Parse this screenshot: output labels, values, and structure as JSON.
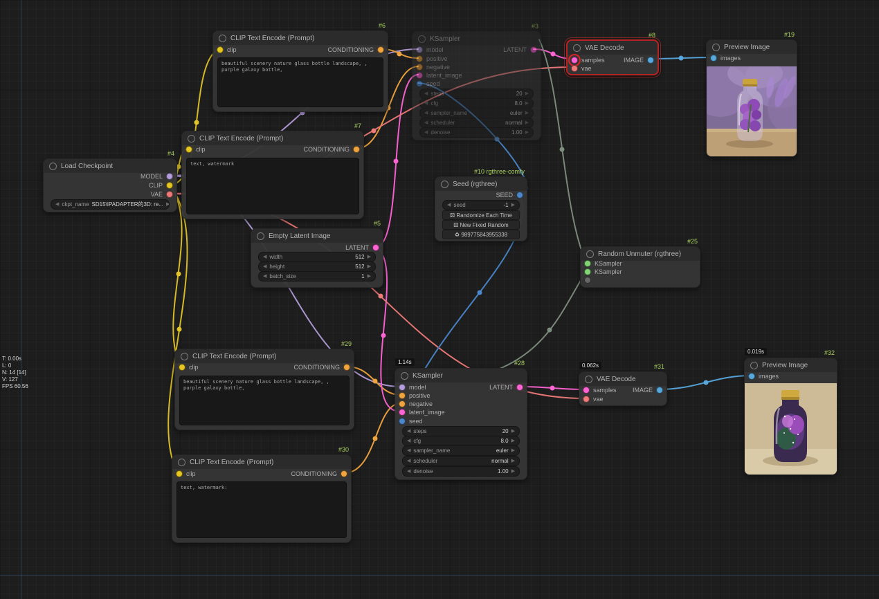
{
  "colors": {
    "wire_clip": "#e0c428",
    "wire_conditioning": "#f0a43e",
    "wire_model": "#b49ddb",
    "wire_latent": "#ff64d5",
    "wire_vae": "#f07a7a",
    "wire_image": "#58a8dd",
    "wire_seed": "#4a86c8",
    "wire_mute": "#7e8e7e",
    "node_bg": "#353535",
    "error_border": "#b92222",
    "badge_text": "#a8d060"
  },
  "ui": {
    "arrow_left": "◀",
    "arrow_right": "▶"
  },
  "stats": {
    "lines": [
      "T: 0.00s",
      "L: 0",
      "N: 14 [14]",
      "V: 127",
      "FPS 60.56"
    ]
  },
  "nodes": {
    "clip_encode_6": {
      "badge": "#6",
      "title": "CLIP Text Encode (Prompt)",
      "input": "clip",
      "output": "CONDITIONING",
      "text": "beautiful scenery nature glass bottle landscape, , purple galaxy bottle,"
    },
    "clip_encode_7": {
      "badge": "#7",
      "title": "CLIP Text Encode (Prompt)",
      "input": "clip",
      "output": "CONDITIONING",
      "text": "text, watermark"
    },
    "clip_encode_29": {
      "badge": "#29",
      "title": "CLIP Text Encode (Prompt)",
      "input": "clip",
      "output": "CONDITIONING",
      "text": "beautiful scenery nature glass bottle landscape, , purple galaxy bottle,"
    },
    "clip_encode_30": {
      "badge": "#30",
      "title": "CLIP Text Encode (Prompt)",
      "input": "clip",
      "output": "CONDITIONING",
      "text": "text, watermark:"
    },
    "load_checkpoint_4": {
      "badge": "#4",
      "title": "Load Checkpoint",
      "outputs": [
        "MODEL",
        "CLIP",
        "VAE"
      ],
      "widget": {
        "label": "ckpt_name",
        "value": "SD15\\IPADAPTER的3D: re..."
      }
    },
    "ksampler_3": {
      "badge": "#3",
      "title": "KSampler",
      "inputs": [
        "model",
        "positive",
        "negative",
        "latent_image",
        "seed"
      ],
      "output": "LATENT",
      "widgets": [
        {
          "label": "steps",
          "value": "20"
        },
        {
          "label": "cfg",
          "value": "8.0"
        },
        {
          "label": "sampler_name",
          "value": "euler"
        },
        {
          "label": "scheduler",
          "value": "normal"
        },
        {
          "label": "denoise",
          "value": "1.00"
        }
      ]
    },
    "ksampler_28": {
      "badge": "#28",
      "timing": "1.14s",
      "title": "KSampler",
      "inputs": [
        "model",
        "positive",
        "negative",
        "latent_image",
        "seed"
      ],
      "output": "LATENT",
      "widgets": [
        {
          "label": "steps",
          "value": "20"
        },
        {
          "label": "cfg",
          "value": "8.0"
        },
        {
          "label": "sampler_name",
          "value": "euler"
        },
        {
          "label": "scheduler",
          "value": "normal"
        },
        {
          "label": "denoise",
          "value": "1.00"
        }
      ]
    },
    "vae_decode_8": {
      "badge": "#8",
      "title": "VAE Decode",
      "inputs": [
        "samples",
        "vae"
      ],
      "output": "IMAGE"
    },
    "vae_decode_31": {
      "badge": "#31",
      "timing": "0.062s",
      "title": "VAE Decode",
      "inputs": [
        "samples",
        "vae"
      ],
      "output": "IMAGE"
    },
    "preview_19": {
      "badge": "#19",
      "title": "Preview Image",
      "input": "images"
    },
    "preview_32": {
      "badge": "#32",
      "timing": "0.019s",
      "title": "Preview Image",
      "input": "images"
    },
    "seed_10": {
      "badge": "#10 rgthree-comfy",
      "title": "Seed (rgthree)",
      "output": "SEED",
      "widget": {
        "label": "seed",
        "value": "-1"
      },
      "buttons": [
        "⚄ Randomize Each Time",
        "⚄ New Fixed Random",
        "♻ 989775843955338"
      ]
    },
    "empty_latent_5": {
      "badge": "#5",
      "title": "Empty Latent Image",
      "output": "LATENT",
      "widgets": [
        {
          "label": "width",
          "value": "512"
        },
        {
          "label": "height",
          "value": "512"
        },
        {
          "label": "batch_size",
          "value": "1"
        }
      ]
    },
    "unmuter_25": {
      "badge": "#25",
      "title": "Random Unmuter (rgthree)",
      "items": [
        "KSampler",
        "KSampler"
      ]
    }
  }
}
